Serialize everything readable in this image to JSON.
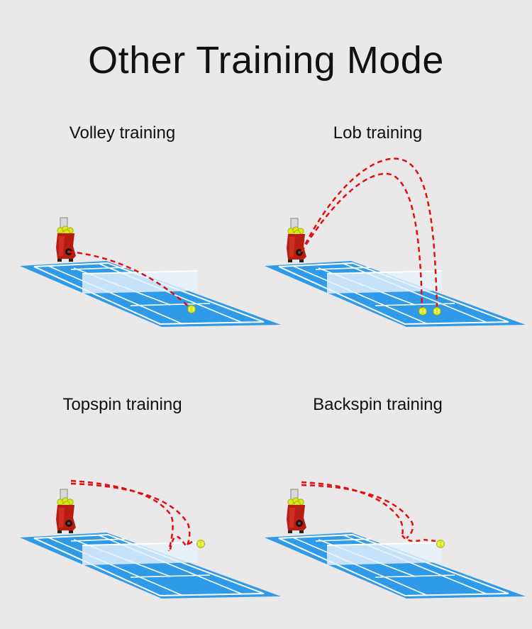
{
  "page": {
    "title": "Other Training Mode"
  },
  "colors": {
    "background": "#ebe8ea",
    "court": "#2f9be8",
    "court_lines": "#ffffff",
    "net": "#e6f1fb",
    "trajectory": "#e01010",
    "ball": "#d8e81a",
    "machine": "#b81d12"
  },
  "modes": [
    {
      "id": "volley",
      "label": "Volley training",
      "ball_count": 1
    },
    {
      "id": "lob",
      "label": "Lob training",
      "ball_count": 2
    },
    {
      "id": "topspin",
      "label": "Topspin training",
      "ball_count": 1
    },
    {
      "id": "backspin",
      "label": "Backspin training",
      "ball_count": 1
    }
  ]
}
